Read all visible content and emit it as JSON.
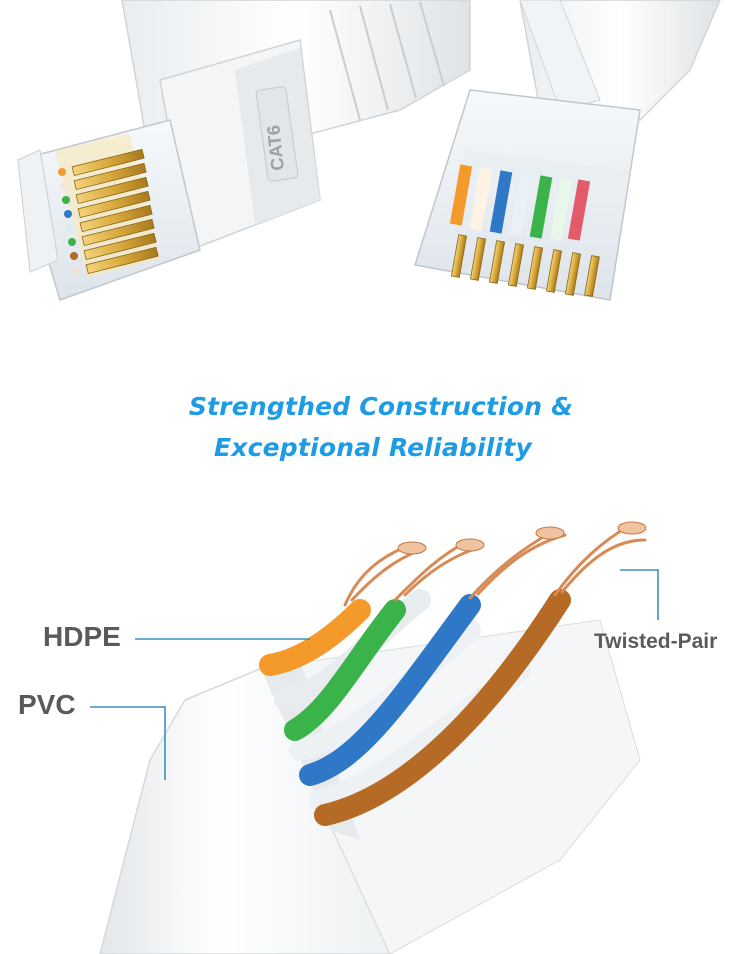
{
  "headline": {
    "line1": "Strengthed Construction &",
    "line2": "Exceptional Reliability",
    "color": "#1e9be5"
  },
  "labels": {
    "hdpe": "HDPE",
    "pvc": "PVC",
    "twisted_pair": "Twisted-Pair"
  },
  "connector": {
    "marking": "CAT6"
  },
  "colors": {
    "label_text": "#5a5a5a",
    "callout_line": "#3d8fbe",
    "pin_gold": "#d9a93c",
    "copper": "#d88a55",
    "wire_orange": "#f39a2b",
    "wire_green": "#3ab34a",
    "wire_blue": "#2f78c8",
    "wire_brown": "#b56a25"
  }
}
